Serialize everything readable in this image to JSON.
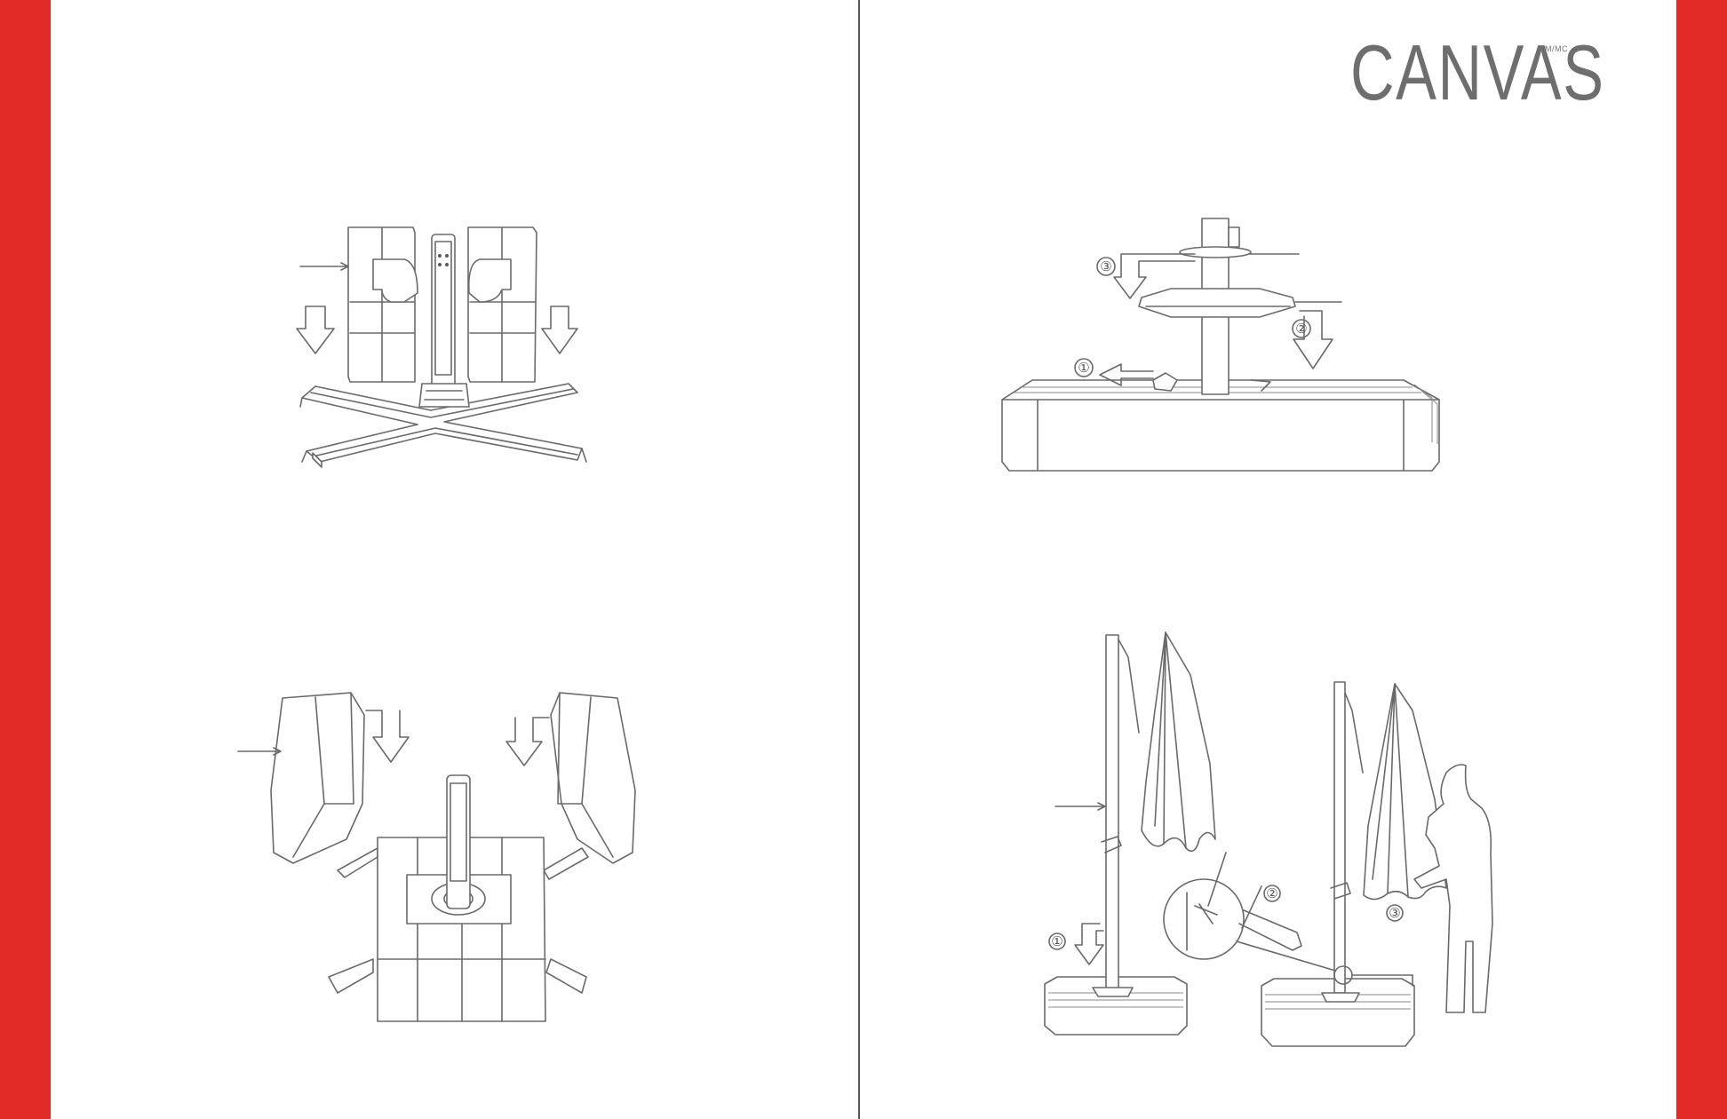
{
  "brand": {
    "logo_text": "CANVAS",
    "trademark": "TM/MC",
    "color": "#6e6e6e"
  },
  "colors": {
    "side_band": "#e12a25",
    "line_art": "#6a6a6a"
  },
  "figures": {
    "fig_top_right": {
      "steps": [
        "①",
        "②",
        "③"
      ]
    },
    "fig_bottom_right": {
      "steps": [
        "①",
        "②",
        "③"
      ]
    }
  }
}
